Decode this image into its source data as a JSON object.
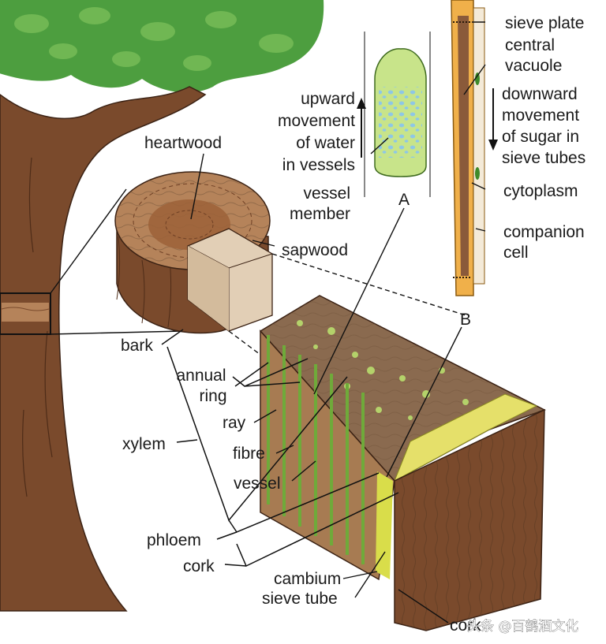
{
  "labels": {
    "heartwood": "heartwood",
    "sapwood": "sapwood",
    "bark": "bark",
    "annual_ring_1": "annual",
    "annual_ring_2": "ring",
    "ray": "ray",
    "fibre": "fibre",
    "vessel": "vessel",
    "xylem": "xylem",
    "phloem": "phloem",
    "cork": "cork",
    "cambium": "cambium",
    "sieve_tube": "sieve tube",
    "cork_bottom": "cork",
    "upward_1": "upward",
    "upward_2": "movement",
    "upward_3": "of water",
    "upward_4": "in vessels",
    "vessel_member_1": "vessel",
    "vessel_member_2": "member",
    "marker_a": "A",
    "marker_b": "B",
    "sieve_plate": "sieve plate",
    "central_vacuole_1": "central",
    "central_vacuole_2": "vacuole",
    "downward_1": "downward",
    "downward_2": "movement",
    "downward_3": "of sugar in",
    "downward_4": "sieve tubes",
    "cytoplasm": "cytoplasm",
    "companion_1": "companion",
    "companion_2": "cell"
  },
  "watermark": "头条 @百鹤酒文化",
  "colors": {
    "foliage": "#4d9e3f",
    "foliage_light": "#7cc05a",
    "trunk": "#7a4a2c",
    "stump_top": "#b5835a",
    "heartwood": "#9c6238",
    "sapwood_face": "#e2cfb6",
    "block_top": "#8a6a4f",
    "vessel_cells": "#b9de6e",
    "phloem_yellow": "#d9dd4a",
    "sieve_orange": "#f0b04a"
  }
}
